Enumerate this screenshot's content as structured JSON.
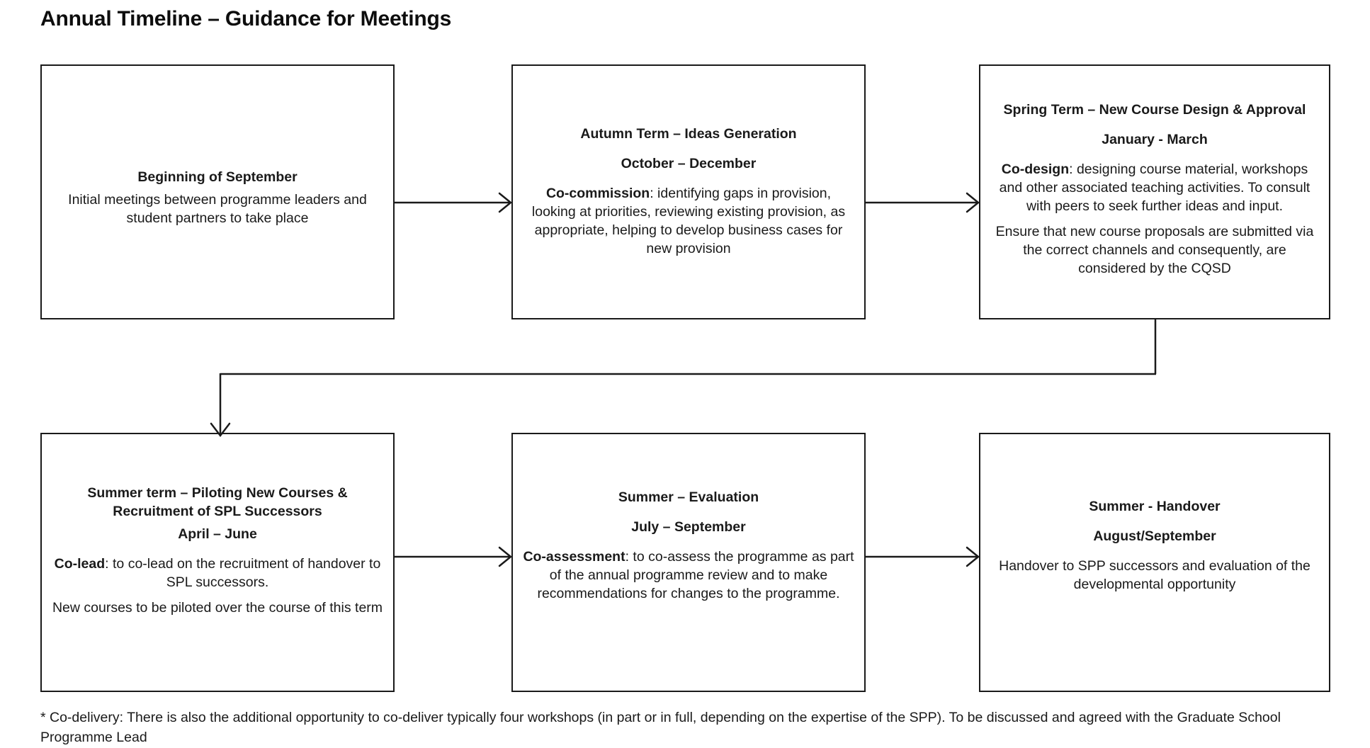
{
  "page": {
    "title": "Annual Timeline – Guidance for Meetings"
  },
  "boxes": [
    {
      "id": "box-1",
      "name": "beginning-of-september",
      "heading": "Beginning of September",
      "body_1": "Initial meetings between programme  leaders and student partners to take place",
      "lead": "",
      "body_2": ""
    },
    {
      "id": "box-2",
      "name": "autumn-term-ideas-generation",
      "heading": "Autumn Term – Ideas Generation",
      "subheading": "October – December",
      "lead": "Co-commission",
      "body_1": ": identifying gaps in provision, looking at priorities, reviewing existing provision, as appropriate, helping to develop business cases for new provision"
    },
    {
      "id": "box-3",
      "name": "spring-term-new-course-design-and-approval",
      "heading": "Spring Term – New Course Design & Approval",
      "subheading": "January - March",
      "lead": "Co-design",
      "body_1": ": designing course material, workshops and other associated teaching activities. To consult with peers to seek further ideas and input.",
      "body_2": "Ensure that new course proposals are submitted via the correct channels and consequently, are considered by the CQSD"
    },
    {
      "id": "box-4",
      "name": "summer-term-piloting-new-courses",
      "heading": "Summer term – Piloting New Courses & Recruitment of SPL Successors",
      "subheading": "April – June",
      "lead": "Co-lead",
      "body_1": ": to co-lead on the recruitment of handover to SPL successors.",
      "body_2": "New courses to be piloted over the course of this term"
    },
    {
      "id": "box-5",
      "name": "summer-evaluation",
      "heading": "Summer – Evaluation",
      "subheading": "July – September",
      "lead": "Co-assessment",
      "body_1": ": to co-assess the programme as part of the annual programme  review and to make recommendations  for changes to the programme."
    },
    {
      "id": "box-6",
      "name": "summer-handover",
      "heading": "Summer - Handover",
      "subheading": "August/September",
      "body_1": "Handover to SPP successors and evaluation of the developmental opportunity"
    }
  ],
  "connectors": [
    {
      "name": "arrow-box1-to-box2",
      "type": "arrow-right"
    },
    {
      "name": "arrow-box2-to-box3",
      "type": "arrow-right"
    },
    {
      "name": "elbow-box3-to-box4",
      "type": "elbow-down-left"
    },
    {
      "name": "arrow-box4-to-box5",
      "type": "arrow-right"
    },
    {
      "name": "arrow-box5-to-box6",
      "type": "arrow-right"
    }
  ],
  "footnote": {
    "text": "* Co-delivery: There is also the additional opportunity  to co-deliver typically four workshops (in part or in full, depending on the expertise of the SPP). To be discussed and agreed with the Graduate School Programme  Lead"
  },
  "colors": {
    "background": "#ffffff",
    "border": "#1a1a1a",
    "text": "#1a1a1a",
    "title": "#0d0d0d"
  }
}
